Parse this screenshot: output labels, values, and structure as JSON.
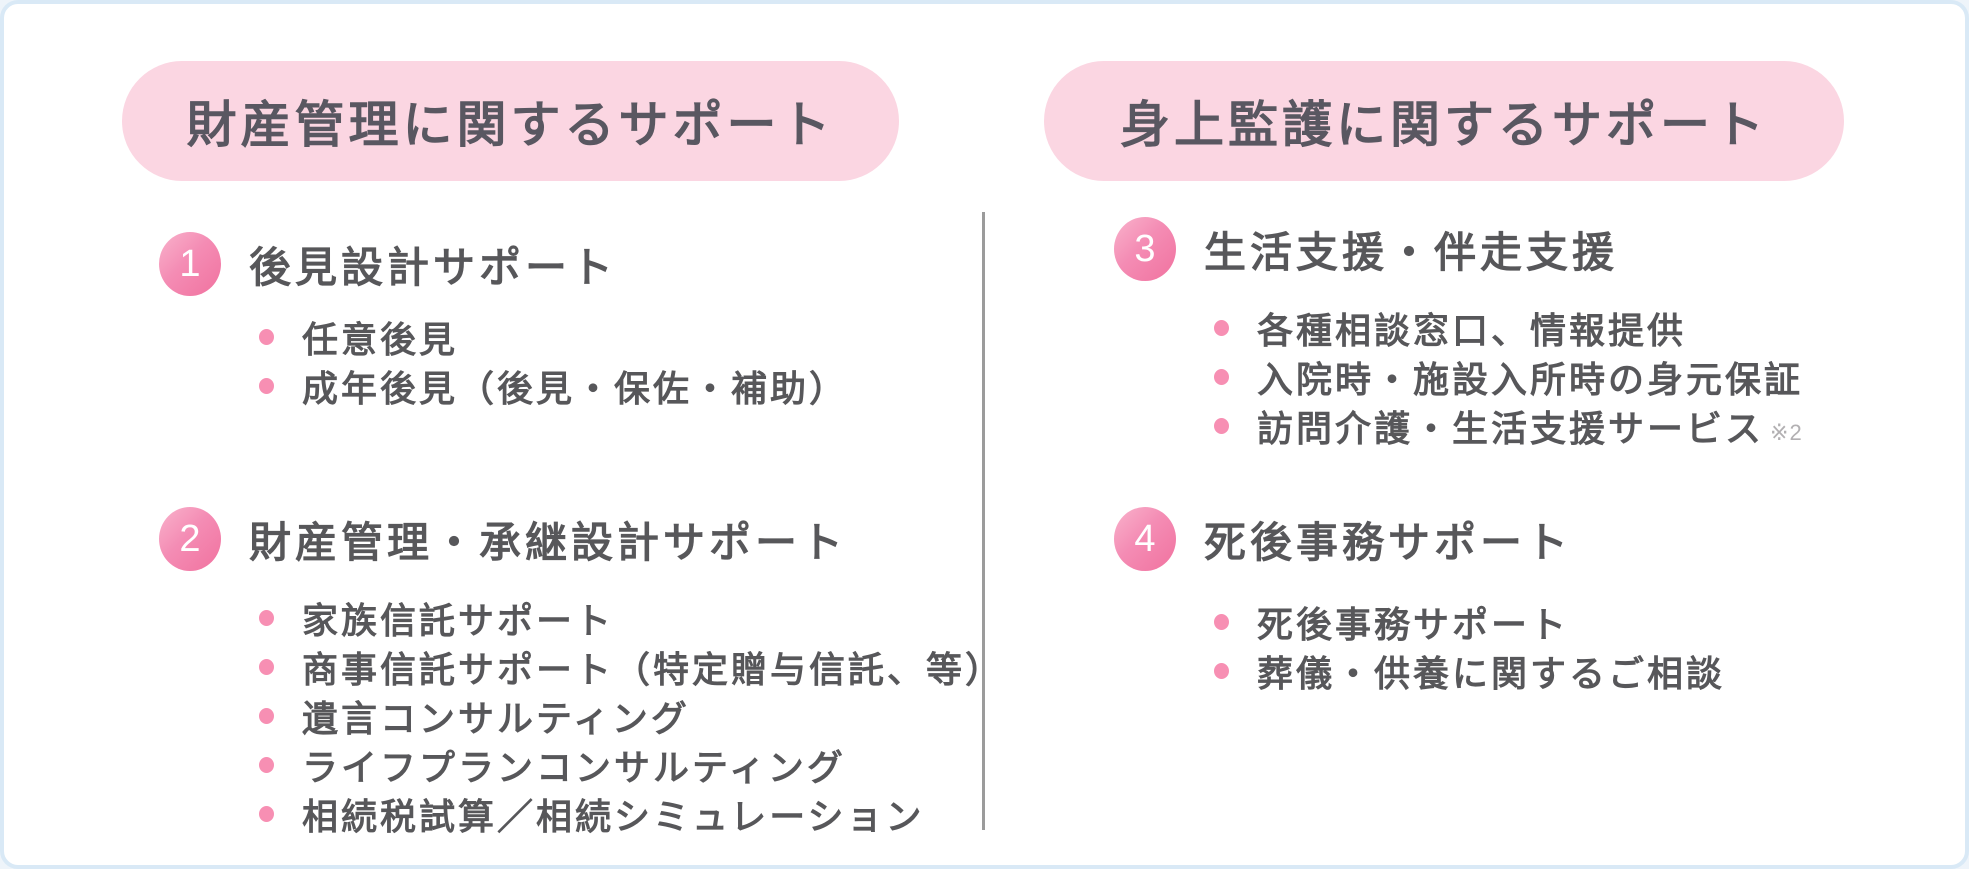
{
  "colors": {
    "card_border": "#d9e9f6",
    "pill_background": "#fbd6e2",
    "number_badge_gradient_start": "#f9b3cc",
    "number_badge_gradient_end": "#f1729f",
    "bullet_dot": "#f78fb3",
    "text": "#57575a",
    "note_text": "#b2b0b2",
    "divider": "#9b9b9b"
  },
  "columns": [
    {
      "header": "財産管理に関するサポート",
      "sections": [
        {
          "number": "1",
          "title": "後見設計サポート",
          "items": [
            {
              "text": "任意後見"
            },
            {
              "text": "成年後見（後見・保佐・補助）"
            }
          ]
        },
        {
          "number": "2",
          "title": "財産管理・承継設計サポート",
          "items": [
            {
              "text": "家族信託サポート"
            },
            {
              "text": "商事信託サポート（特定贈与信託、等）"
            },
            {
              "text": "遺言コンサルティング"
            },
            {
              "text": "ライフプランコンサルティング"
            },
            {
              "text": "相続税試算／相続シミュレーション"
            }
          ]
        }
      ]
    },
    {
      "header": "身上監護に関するサポート",
      "sections": [
        {
          "number": "3",
          "title": "生活支援・伴走支援",
          "items": [
            {
              "text": "各種相談窓口、情報提供"
            },
            {
              "text": "入院時・施設入所時の身元保証"
            },
            {
              "text": "訪問介護・生活支援サービス",
              "note": "※2"
            }
          ]
        },
        {
          "number": "4",
          "title": "死後事務サポート",
          "items": [
            {
              "text": "死後事務サポート"
            },
            {
              "text": "葬儀・供養に関するご相談"
            }
          ]
        }
      ]
    }
  ]
}
